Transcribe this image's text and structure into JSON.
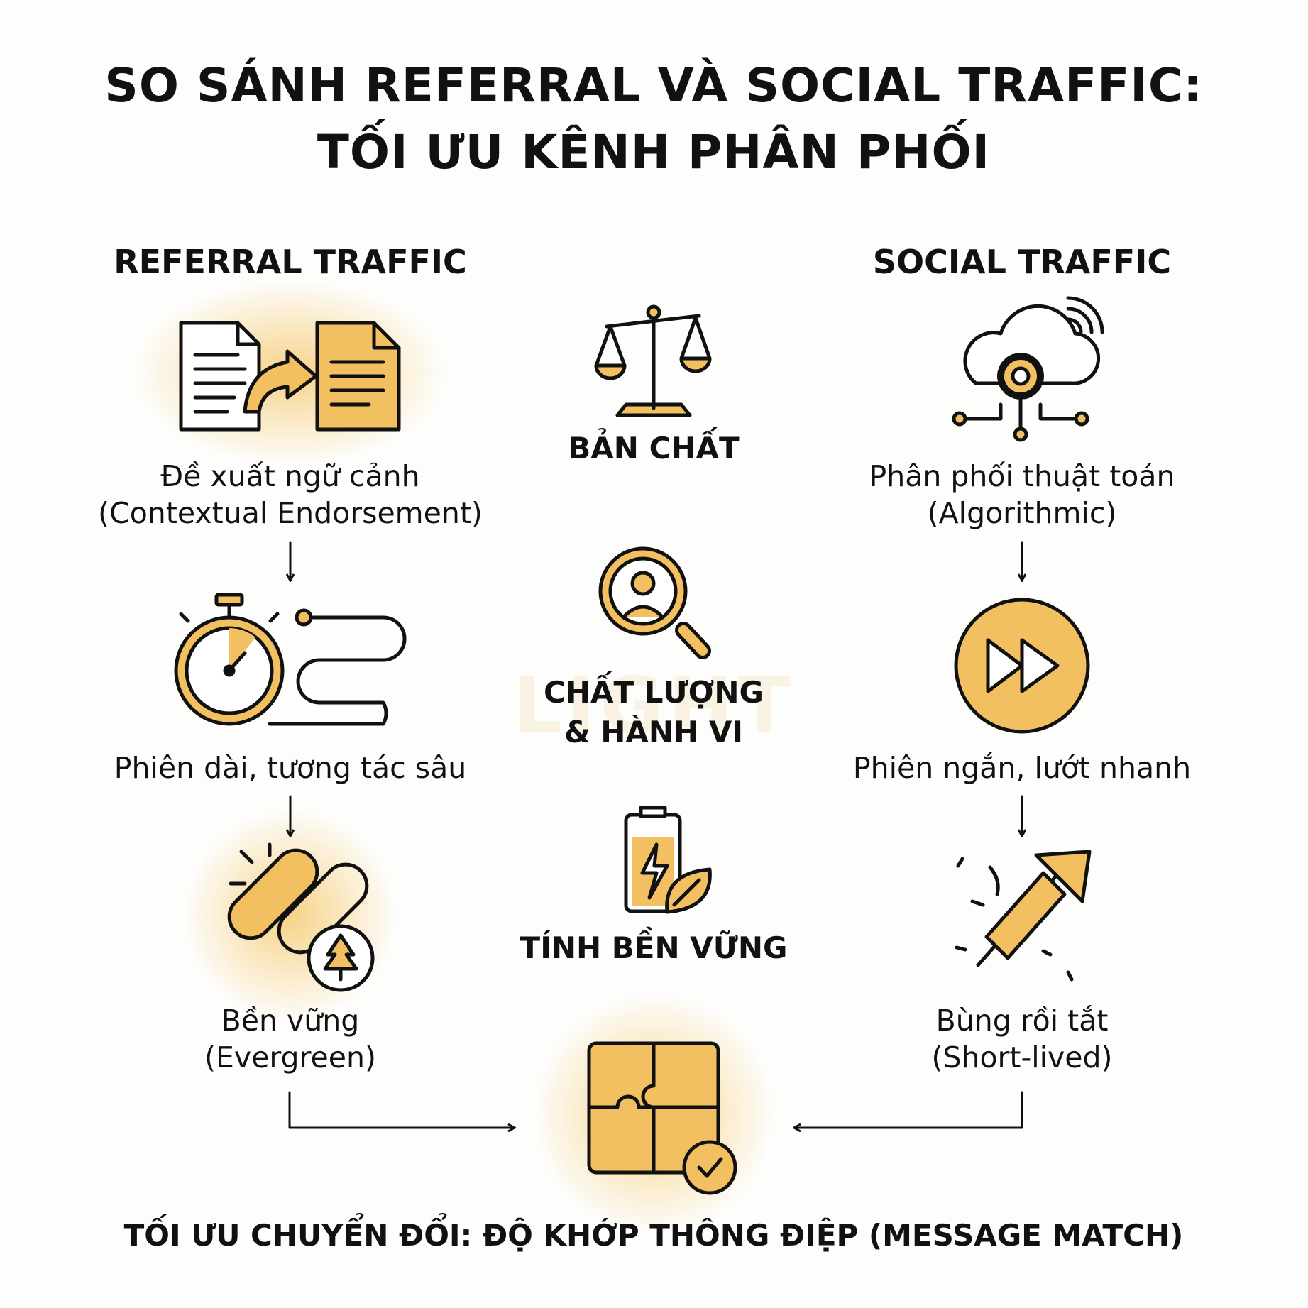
{
  "title": {
    "line1": "SO SÁNH REFERRAL VÀ SOCIAL TRAFFIC:",
    "line2": "TỐI ƯU KÊNH PHÂN PHỐI"
  },
  "referral": {
    "header": "REFERRAL TRAFFIC",
    "steps": [
      {
        "icon": "document-transfer-icon",
        "line1": "Đề xuất ngữ cảnh",
        "line2": "(Contextual Endorsement)"
      },
      {
        "icon": "stopwatch-path-icon",
        "line1": "Phiên dài, tương tác sâu"
      },
      {
        "icon": "chain-link-tree-icon",
        "line1": "Bền vững",
        "line2": "(Evergreen)"
      }
    ]
  },
  "criteria": [
    {
      "icon": "balance-scale-icon",
      "label": "BẢN CHẤT"
    },
    {
      "icon": "magnifier-user-icon",
      "line1": "CHẤT LƯỢNG",
      "line2": "& HÀNH VI"
    },
    {
      "icon": "battery-leaf-icon",
      "label": "TÍNH BỀN VỮNG"
    }
  ],
  "social": {
    "header": "SOCIAL TRAFFIC",
    "steps": [
      {
        "icon": "cloud-gear-network-icon",
        "line1": "Phân phối thuật toán",
        "line2": "(Algorithmic)"
      },
      {
        "icon": "fast-forward-icon",
        "line1": "Phiên ngắn, lướt nhanh"
      },
      {
        "icon": "firework-rocket-icon",
        "line1": "Bùng rồi tắt",
        "line2": "(Short-lived)"
      }
    ]
  },
  "conclusion": {
    "icon": "puzzle-check-icon",
    "label": "TỐI ƯU CHUYỂN ĐỔI: ĐỘ KHỚP THÔNG ĐIỆP (MESSAGE MATCH)"
  },
  "watermark": "LIGHT",
  "colors": {
    "accent": "#f2c060",
    "ink": "#111111",
    "background": "#fdfdfb"
  }
}
